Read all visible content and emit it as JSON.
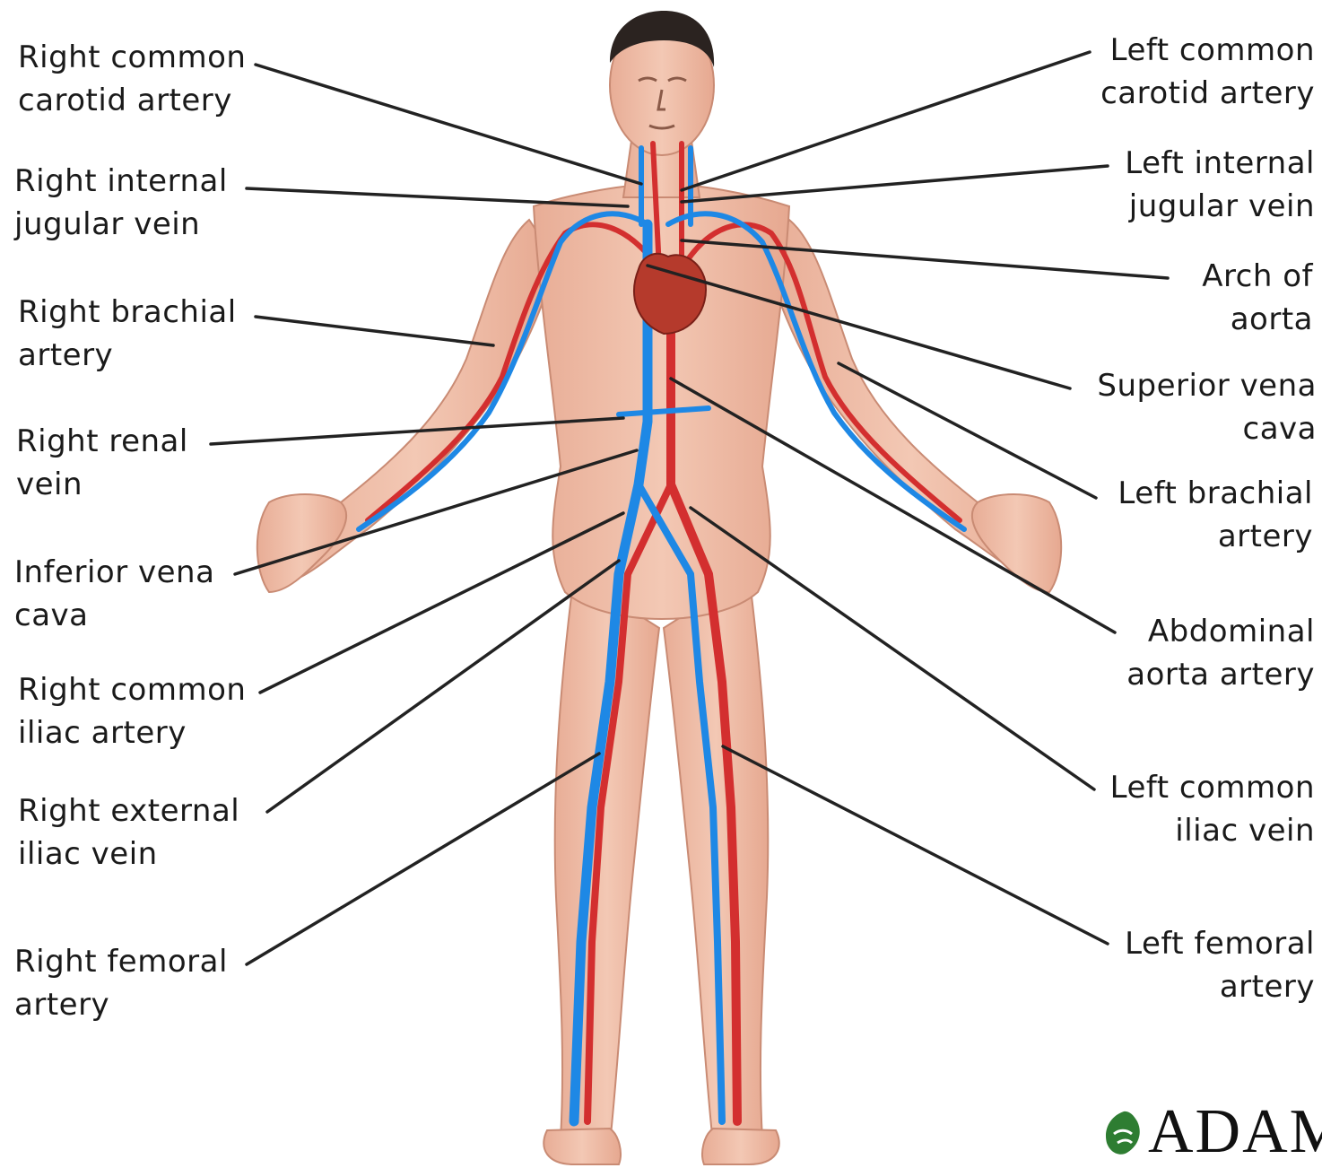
{
  "labels_left": [
    {
      "id": "right-common-carotid-artery",
      "lines": [
        "Right common",
        "carotid artery"
      ]
    },
    {
      "id": "right-internal-jugular-vein",
      "lines": [
        "Right internal",
        "jugular vein"
      ]
    },
    {
      "id": "right-brachial-artery",
      "lines": [
        "Right brachial",
        "artery"
      ]
    },
    {
      "id": "right-renal-vein",
      "lines": [
        "Right renal",
        "vein"
      ]
    },
    {
      "id": "inferior-vena-cava",
      "lines": [
        "Inferior vena",
        "cava"
      ]
    },
    {
      "id": "right-common-iliac-artery",
      "lines": [
        "Right common",
        "iliac artery"
      ]
    },
    {
      "id": "right-external-iliac-vein",
      "lines": [
        "Right external",
        "iliac vein"
      ]
    },
    {
      "id": "right-femoral-artery",
      "lines": [
        "Right femoral",
        "artery"
      ]
    }
  ],
  "labels_right": [
    {
      "id": "left-common-carotid-artery",
      "lines": [
        "Left common",
        "carotid artery"
      ]
    },
    {
      "id": "left-internal-jugular-vein",
      "lines": [
        "Left internal",
        "jugular vein"
      ]
    },
    {
      "id": "arch-of-aorta",
      "lines": [
        "Arch of",
        "aorta"
      ]
    },
    {
      "id": "superior-vena-cava",
      "lines": [
        "Superior vena",
        "cava"
      ]
    },
    {
      "id": "left-brachial-artery",
      "lines": [
        "Left brachial",
        "artery"
      ]
    },
    {
      "id": "abdominal-aorta-artery",
      "lines": [
        "Abdominal",
        "aorta artery"
      ]
    },
    {
      "id": "left-common-iliac-vein",
      "lines": [
        "Left common",
        "iliac vein"
      ]
    },
    {
      "id": "left-femoral-artery",
      "lines": [
        "Left femoral",
        "artery"
      ]
    }
  ],
  "logo": {
    "text": "ADAM",
    "icon": "leaf-logo-icon",
    "color": "#2e7d32"
  },
  "colors": {
    "artery": "#d32f2f",
    "vein": "#1e88e5",
    "skin": "#eeb9a4",
    "leader": "#222222"
  }
}
